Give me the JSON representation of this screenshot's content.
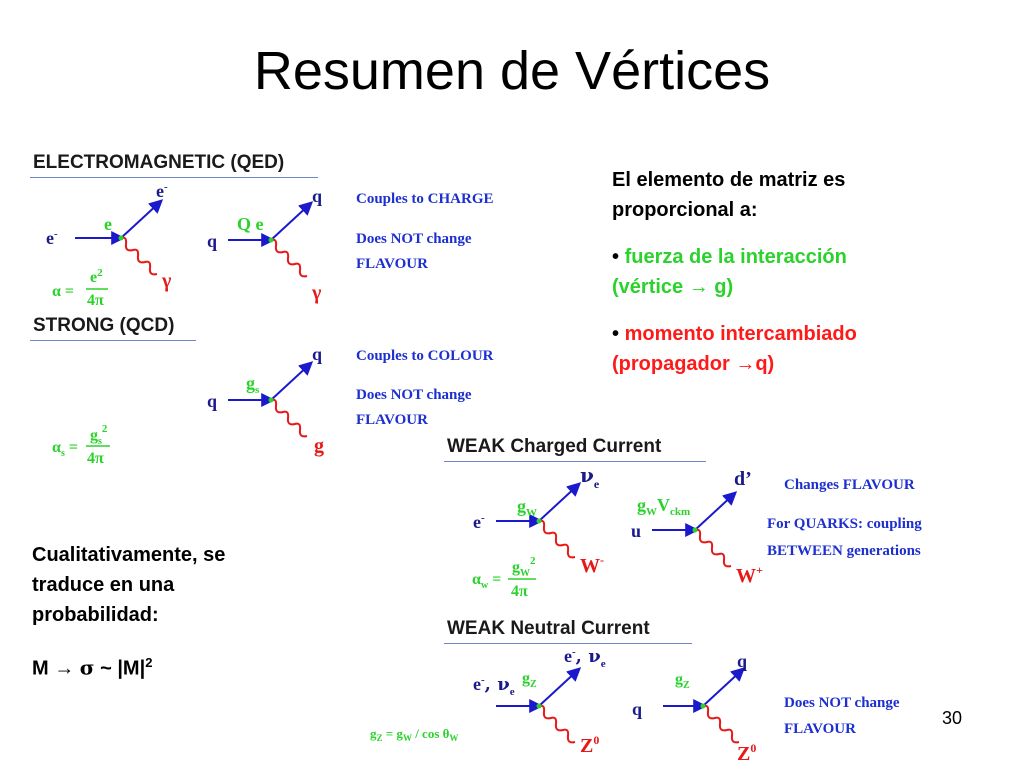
{
  "title": "Resumen de Vértices",
  "qed": {
    "heading": "ELECTROMAGNETIC (QED)",
    "lines": [
      "Couples to CHARGE",
      "Does NOT change",
      "FLAVOUR"
    ],
    "d1": {
      "in": "e",
      "in_sup": "-",
      "out": "e",
      "out_sup": "-",
      "coupling": "e",
      "boson": "γ"
    },
    "d2": {
      "in": "q",
      "out": "q",
      "coupling": "Q e",
      "boson": "γ"
    },
    "formula": {
      "lhs": "α = ",
      "num": "e",
      "num_sup": "2",
      "den": "4π"
    }
  },
  "qcd": {
    "heading": "STRONG (QCD)",
    "lines": [
      "Couples to COLOUR",
      "Does NOT change",
      "FLAVOUR"
    ],
    "d": {
      "in": "q",
      "out": "q",
      "coupling": "g",
      "coupling_sub": "s",
      "boson": "g"
    },
    "formula": {
      "lhs": "α",
      "lhs_sub": "s",
      "eq": " = ",
      "num": "g",
      "num_sub": "s",
      "num_sup": "2",
      "den": "4π"
    }
  },
  "side": {
    "intro": [
      "El elemento de matriz es",
      "proporcional a:"
    ],
    "bullet1": [
      "fuerza de la interacción",
      "(vértice → g)"
    ],
    "bullet2": [
      "momento intercambiado",
      "(propagador →q)"
    ],
    "bottom": [
      "Cualitativamente, se",
      "traduce en una",
      "probabilidad:"
    ],
    "formula": {
      "a": "M → ",
      "b": "σ",
      "c": " ~ |M|",
      "sup": "2"
    }
  },
  "wcc": {
    "heading": "WEAK Charged Current",
    "lines": [
      "Changes FLAVOUR",
      "For QUARKS: coupling",
      "BETWEEN generations"
    ],
    "d1": {
      "in": "e",
      "in_sup": "-",
      "out": "ν",
      "out_sub": "e",
      "coupling": "g",
      "coupling_sub": "W",
      "boson": "W",
      "boson_sup": "-"
    },
    "d2": {
      "in": "u",
      "out": "d’",
      "coupling": "g",
      "coupling_sub": "W",
      "coupling2": "V",
      "coupling2_sub": "ckm",
      "boson": "W",
      "boson_sup": "+"
    },
    "formula": {
      "lhs": "α",
      "lhs_sub": "w",
      "eq": " =",
      "num": "g",
      "num_sub": "W",
      "num_sup": "2",
      "den": "4π"
    }
  },
  "wnc": {
    "heading": "WEAK Neutral Current",
    "lines": [
      "Does NOT change",
      "FLAVOUR"
    ],
    "d1": {
      "in": "e",
      "in_sup": "-",
      "in2": ", ν",
      "in2_sub": "e",
      "out": "e",
      "out_sup": "-",
      "out2": ", ν",
      "out2_sub": "e",
      "coupling": "g",
      "coupling_sub": "Z",
      "boson": "Z",
      "boson_sup": "0"
    },
    "d2": {
      "in": "q",
      "out": "q",
      "coupling": "g",
      "coupling_sub": "Z",
      "boson": "Z",
      "boson_sup": "0"
    },
    "formula": {
      "a": "g",
      "a_sub": "Z",
      "b": " = g",
      "b_sub": "W",
      "c": " / cos θ",
      "c_sub": "W"
    }
  },
  "page_number": "30",
  "colors": {
    "fermion": "#1a1acc",
    "boson": "#e81818",
    "label_blue": "#1d2fd0",
    "green": "#2bd22b",
    "red": "#ff1a1a",
    "rule": "#6f88c7"
  }
}
